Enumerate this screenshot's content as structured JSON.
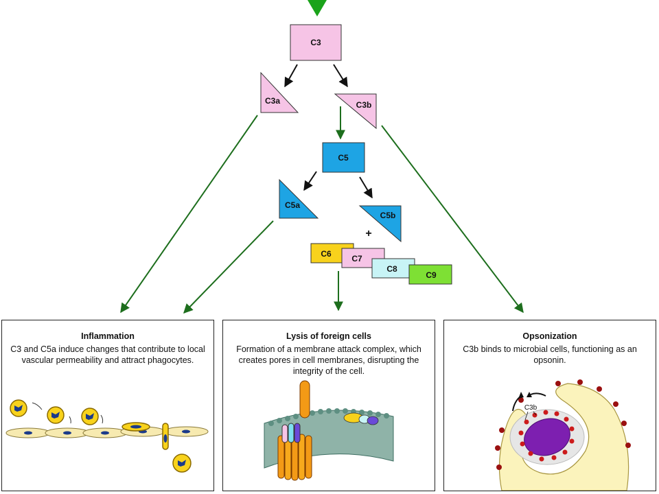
{
  "nodes": {
    "c3": "C3",
    "c3a": "C3a",
    "c3b": "C3b",
    "c5": "C5",
    "c5a": "C5a",
    "c5b": "C5b",
    "plus": "+",
    "c6": "C6",
    "c7": "C7",
    "c8": "C8",
    "c9": "C9"
  },
  "panels": {
    "inflammation": {
      "title": "Inflammation",
      "text": "C3 and C5a induce changes that contribute to local vascular permeability and attract phagocytes."
    },
    "lysis": {
      "title": "Lysis of foreign cells",
      "text": "Formation of a membrane attack complex, which creates pores in cell membranes, disrupting the integrity of the cell."
    },
    "opsonization": {
      "title": "Opsonization",
      "text": "C3b binds to microbial cells, functioning as an opsonin.",
      "c3b_tag": "C3b"
    }
  },
  "colors": {
    "pink": "#f6c4e6",
    "blue": "#1ea4e4",
    "yellow": "#f8d21c",
    "light_cyan": "#c8f4f6",
    "green_box": "#7ee034",
    "green_arrow": "#1d6e1d",
    "black_arrow": "#111111"
  }
}
